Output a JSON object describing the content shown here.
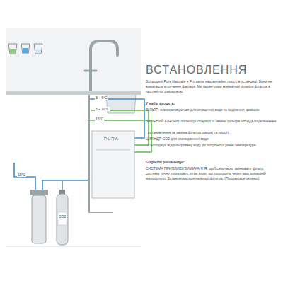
{
  "diagram": {
    "title": "ВСТАНОВЛЕННЯ",
    "labels": [
      "3 ÷ 6°C",
      "6 ÷ 10°C",
      "15°C",
      "15°C",
      "CO2",
      "PURA",
      "Всі моделі Pura Naturale + Frizzante надзвичайно прості в установці. Вони не вимагають втручання фахівця. Ми гарантуємо мінімальні розміри фільтра в частині під раковиною.",
      "У набір входить:",
      "ФІЛЬТР: використовується для очищення води та виділення домішок",
      "ЗАПІРНИЙ КЛАПАН: полегшує операції із заміни фільтра ШВИДКІ підключення",
      "· встановлення та заміна фільтра швидкі та прості",
      "ЦИЛІНДР CO2 для охолодження води",
      "· Охолоджує відфільтровану воду до потрібного рівня температури",
      "Guglielmi рекомендує:",
      "СИСТЕМА ПРИПЛИВУ/ВИМИКАННЯ: щоб своєчасно змінювати фільтр, система точно підраховує літри води, що проходить через ваш домашній мікрофільтр. Встановлюється на вході фільтра. (Продається окремо)."
    ]
  }
}
